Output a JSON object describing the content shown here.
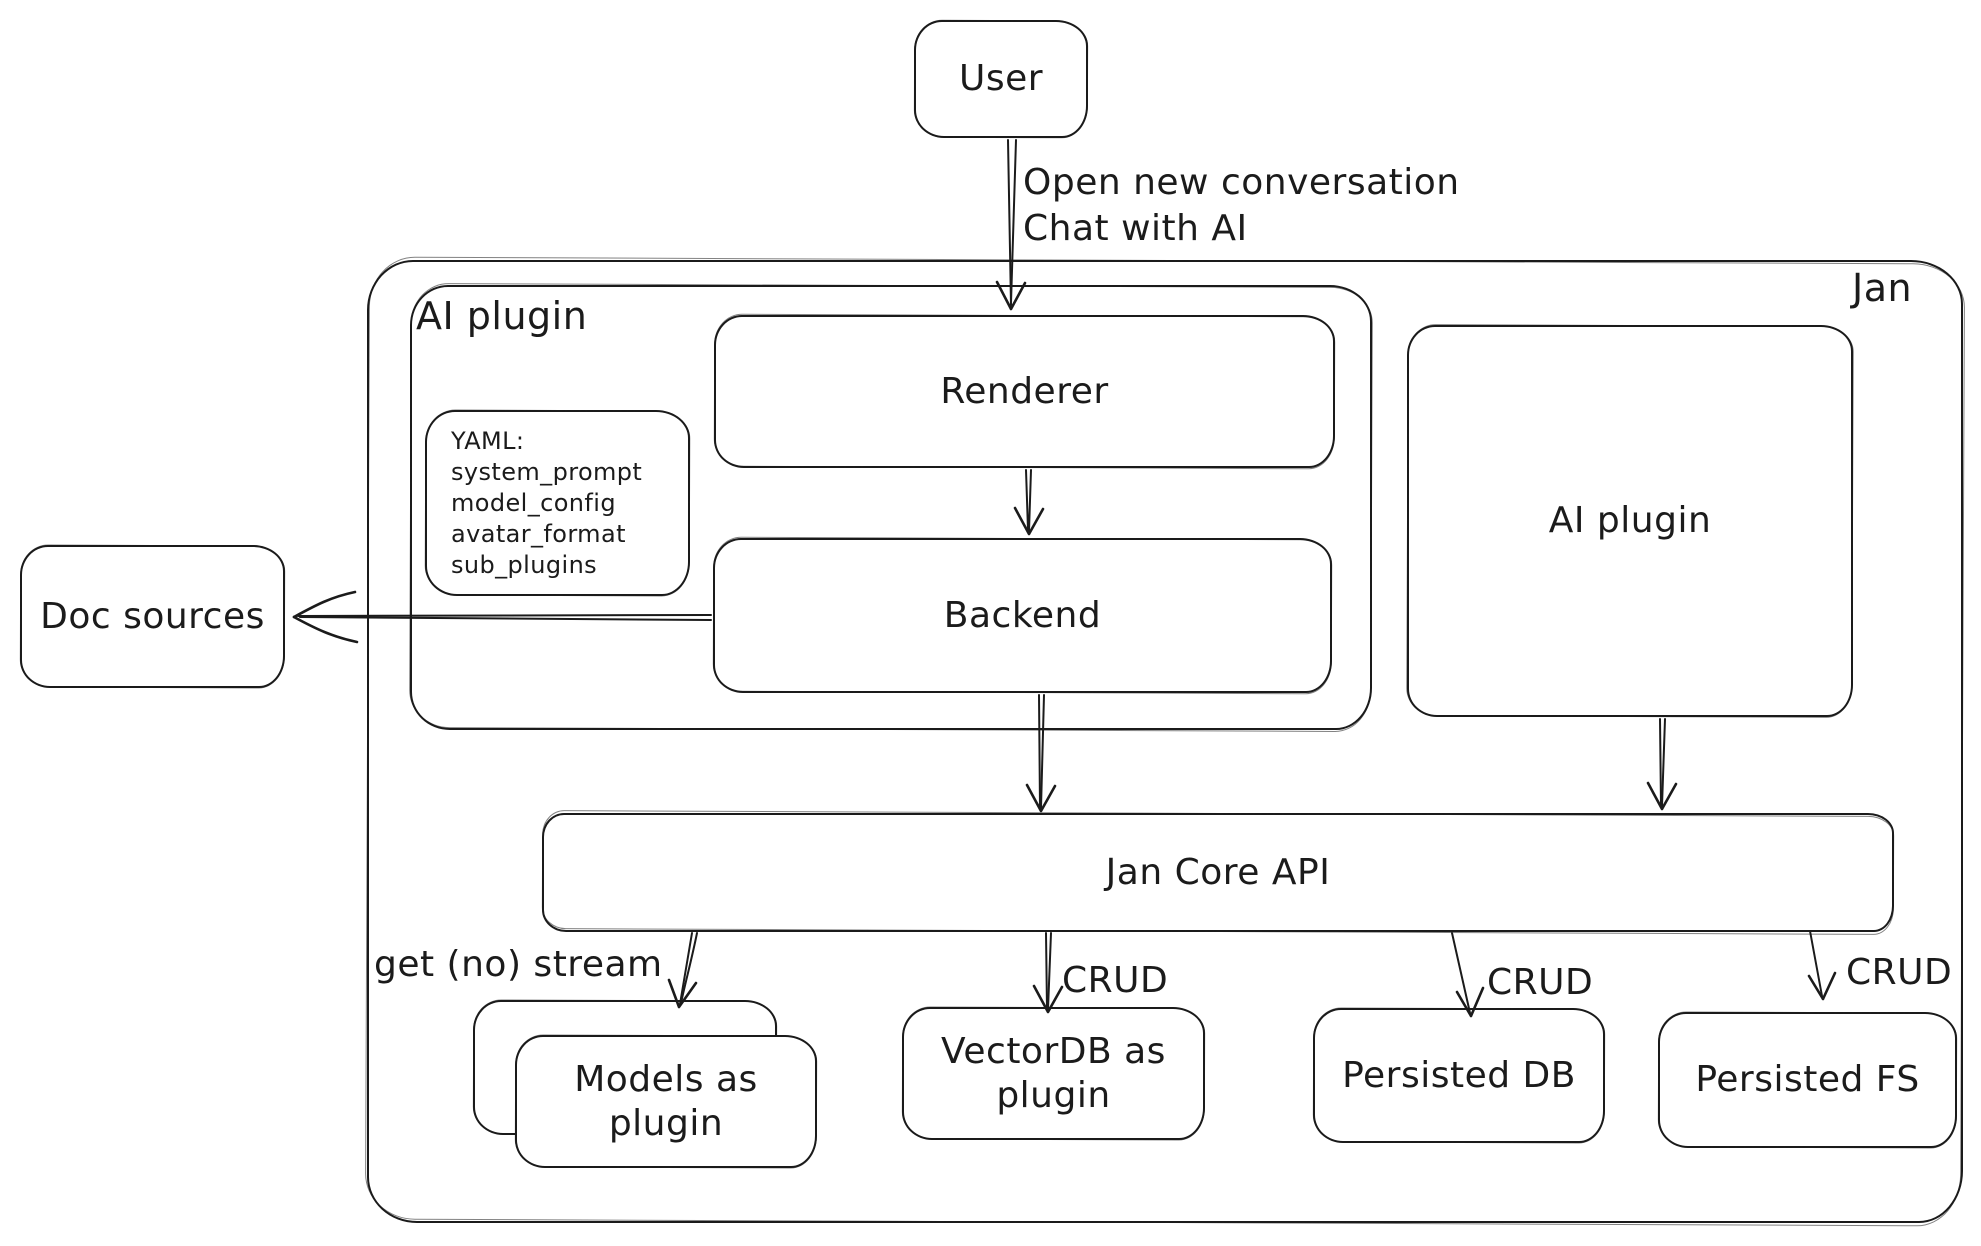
{
  "canvas": {
    "background": "#ffffff",
    "stroke_color": "#1b1b1b"
  },
  "container": {
    "label": "Jan"
  },
  "nodes": {
    "user": {
      "label": "User"
    },
    "ai_plugin_group": {
      "label": "AI plugin"
    },
    "yaml_note": {
      "lines": [
        "YAML:",
        "system_prompt",
        "model_config",
        "avatar_format",
        "sub_plugins"
      ]
    },
    "renderer": {
      "label": "Renderer"
    },
    "backend": {
      "label": "Backend"
    },
    "ai_plugin_box": {
      "label": "AI plugin"
    },
    "doc_sources": {
      "label": "Doc sources"
    },
    "jan_core_api": {
      "label": "Jan Core API"
    },
    "models_as_plugin": {
      "label": "Models as plugin"
    },
    "vectordb_as_plugin": {
      "label": "VectorDB as plugin"
    },
    "persisted_db": {
      "label": "Persisted DB"
    },
    "persisted_fs": {
      "label": "Persisted FS"
    }
  },
  "edge_labels": {
    "user_action_line1": "Open new conversation",
    "user_action_line2": "Chat with AI",
    "stream": "get (no) stream",
    "crud_vectordb": "CRUD",
    "crud_persisted_db": "CRUD",
    "crud_persisted_fs": "CRUD"
  }
}
